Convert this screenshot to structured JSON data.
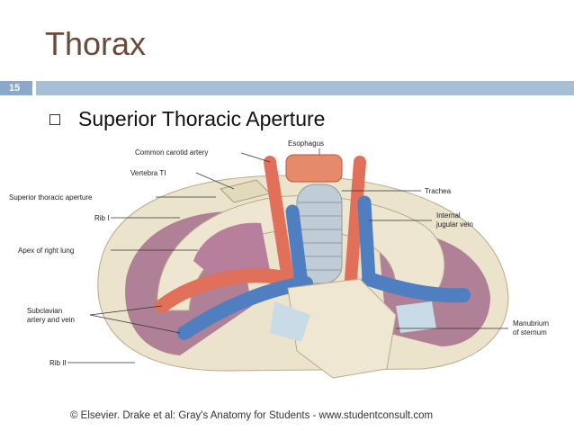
{
  "slide": {
    "title": "Thorax",
    "number": "15",
    "bullet": "Superior Thoracic Aperture"
  },
  "figure": {
    "labels": {
      "esophagus": "Esophagus",
      "common_carotid": "Common carotid artery",
      "vertebra": "Vertebra TI",
      "trachea": "Trachea",
      "sup_aperture": "Superior thoracic aperture",
      "rib1": "Rib I",
      "internal_jugular_1": "Internal",
      "internal_jugular_2": "jugular vein",
      "apex_lung": "Apex of right lung",
      "subclavian_1": "Subclavian",
      "subclavian_2": "artery and vein",
      "manubrium_1": "Manubrium",
      "manubrium_2": "of sternum",
      "rib2": "Rib II"
    },
    "colors": {
      "artery": "#e0705a",
      "vein": "#4f7fc0",
      "bone": "#ece3cc",
      "lung": "#a56e8c",
      "cartilage": "#c9dbe6"
    },
    "copyright": "© Elsevier. Drake et al: Gray's Anatomy for Students - www.studentconsult.com"
  }
}
